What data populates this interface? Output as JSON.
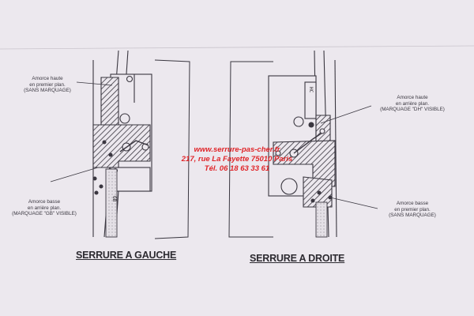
{
  "left_diagram": {
    "annotation_top": [
      "Amorce haute",
      "en premier plan.",
      "(SANS MARQUAGE)"
    ],
    "annotation_bottom": [
      "Amorce basse",
      "en arrière plan.",
      "(MARQUAGE \"GB\" VISIBLE)"
    ],
    "stamp": "GB",
    "caption": "SERRURE A GAUCHE"
  },
  "right_diagram": {
    "annotation_top": [
      "Amorce haute",
      "en arrière plan.",
      "(MARQUAGE \"DH\" VISIBLE)"
    ],
    "annotation_bottom": [
      "Amorce basse",
      "en premier plan.",
      "(SANS MARQUAGE)"
    ],
    "stamp": "HC",
    "caption": "SERRURE A DROITE"
  },
  "watermark": {
    "line1": "www.serrure-pas-cher.fr",
    "line2": "217, rue La Fayette 75010 Paris",
    "line3": "Tél. 06 18 63 33 61"
  },
  "colors": {
    "ink": "#3a3740",
    "paper": "#ece8ee",
    "watermark": "#e0262a"
  }
}
